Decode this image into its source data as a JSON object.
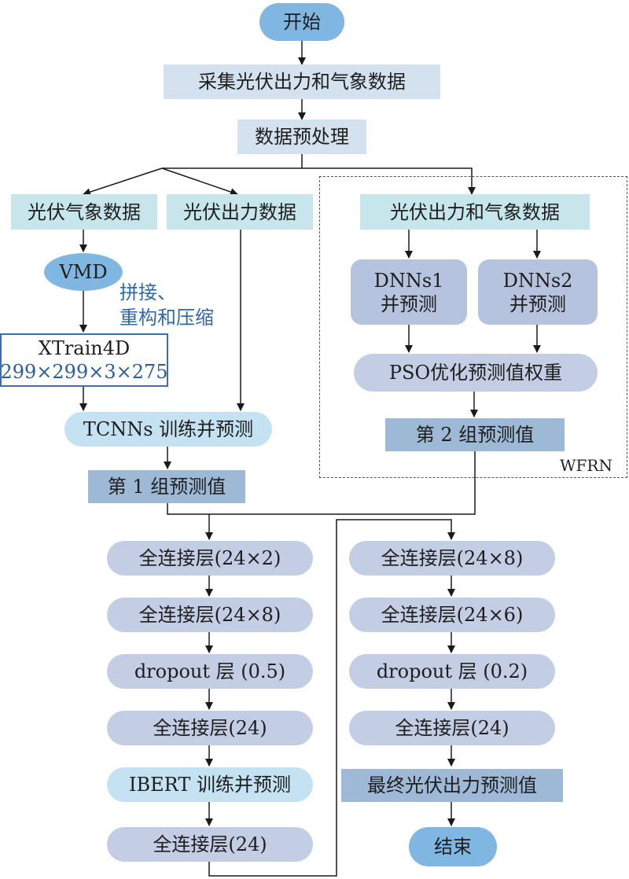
{
  "start": "开始",
  "collect": "采集光伏出力和气象数据",
  "preprocess": "数据预处理",
  "branch_left": "光伏气象数据",
  "branch_mid": "光伏出力数据",
  "branch_right": "光伏出力和气象数据",
  "vmd": "VMD",
  "annotation_line1": "拼接、",
  "annotation_line2": "重构和压缩",
  "xtrain_line1": "XTrain4D",
  "xtrain_line2": "299×299×3×275",
  "tcnns": "TCNNs 训练并预测",
  "group1": "第 1 组预测值",
  "dnns1_line1": "DNNs1",
  "dnns1_line2": "并预测",
  "dnns2_line1": "DNNs2",
  "dnns2_line2": "并预测",
  "pso": "PSO优化预测值权重",
  "group2": "第 2 组预测值",
  "wfrn_label": "WFRN",
  "left_column": [
    "全连接层(24×2)",
    "全连接层(24×8)",
    "dropout 层 (0.5)",
    "全连接层(24)",
    "IBERT 训练并预测",
    "全连接层(24)"
  ],
  "right_column": [
    "全连接层(24×8)",
    "全连接层(24×6)",
    "dropout 层 (0.2)",
    "全连接层(24)",
    "最终光伏出力预测值"
  ],
  "end": "结束"
}
